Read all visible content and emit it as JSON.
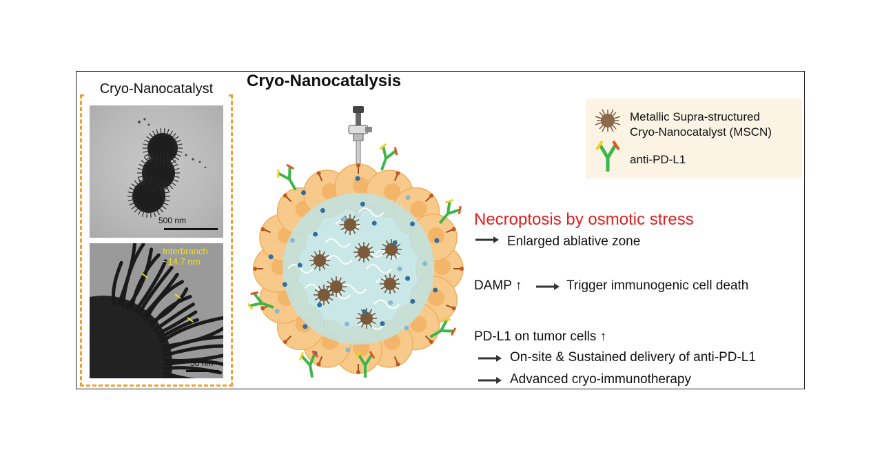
{
  "title": "Cryo-Nanocatalysis",
  "panel": {
    "title": "Cryo-Nanocatalyst",
    "image1_scale": "500 nm",
    "image2_scale": "50 nm",
    "image2_annotation_line1": "Interbranch",
    "image2_annotation_line2": "~14.7 nm"
  },
  "legend": {
    "item1_line1": "Metallic Supra-structured",
    "item1_line2": "Cryo-Nanocatalyst (MSCN)",
    "item2": "anti-PD-L1"
  },
  "effects": {
    "necroptosis": "Necroptosis by osmotic stress",
    "enlarged": "Enlarged ablative zone",
    "damp": "DAMP ↑",
    "trigger": "Trigger immunogenic cell death",
    "pdl1": "PD-L1 on tumor cells ↑",
    "onsite": "On-site & Sustained delivery of anti-PD-L1",
    "advanced": "Advanced cryo-immunotherapy"
  },
  "colors": {
    "accent_red": "#e02020",
    "panel_border": "#f0a030",
    "tumor_cell": "#f7c98a",
    "ice": "#bfe3e3",
    "antibody_green": "#3cb54a"
  }
}
